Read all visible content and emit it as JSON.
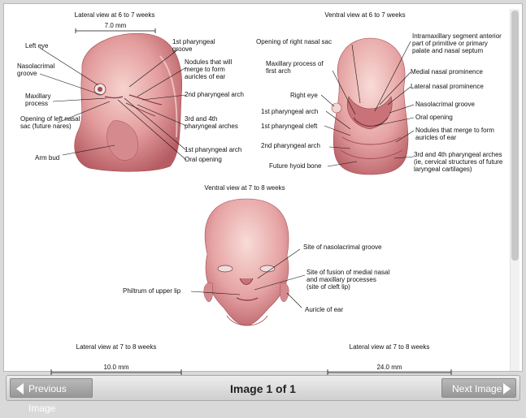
{
  "figure": {
    "top_left": {
      "title": "Lateral view at 6 to 7 weeks",
      "scale": "7.0 mm",
      "labels": {
        "left_eye": "Left eye",
        "nasolacrimal_1": "Nasolacrimal",
        "nasolacrimal_2": "groove",
        "maxillary_1": "Maxillary",
        "maxillary_2": "process",
        "opening_1": "Opening of left nasal",
        "opening_2": "sac (future nares)",
        "arm_bud": "Arm bud",
        "first_groove_1": "1st pharyngeal",
        "first_groove_2": "groove",
        "nodules_1": "Nodules that will",
        "nodules_2": "merge to form",
        "nodules_3": "auricles of ear",
        "second_arch": "2nd pharyngeal arch",
        "third_fourth_1": "3rd and 4th",
        "third_fourth_2": "pharyngeal arches",
        "first_arch": "1st pharyngeal arch",
        "oral_opening": "Oral opening"
      }
    },
    "top_right": {
      "title": "Ventral view at 6 to 7 weeks",
      "labels": {
        "opening_right": "Opening of right nasal sac",
        "maxillary_1": "Maxillary process of",
        "maxillary_2": "first arch",
        "right_eye": "Right eye",
        "first_arch": "1st pharyngeal arch",
        "first_cleft": "1st pharyngeal cleft",
        "second_arch": "2nd pharyngeal arch",
        "hyoid": "Future hyoid bone",
        "intramax_1": "Intramaxillary segment anterior",
        "intramax_2": "part of primitive or primary",
        "intramax_3": "palate and nasal septum",
        "medial_nasal": "Medial nasal prominence",
        "lateral_nasal": "Lateral nasal prominence",
        "nasolacrimal": "Nasolacrimal groove",
        "oral_opening": "Oral opening",
        "nodules_1": "Nodules that merge to form",
        "nodules_2": "auricles of ear",
        "third_fourth_1": "3rd and 4th pharyngeal arches",
        "third_fourth_2": "(ie, cervical structures of future",
        "third_fourth_3": "laryngeal cartilages)"
      }
    },
    "bottom": {
      "title": "Ventral view at 7 to 8 weeks",
      "labels": {
        "nasolacrimal_site": "Site of nasolacrimal groove",
        "fusion_1": "Site of fusion of medial nasal",
        "fusion_2": "and maxillary processes",
        "fusion_3": "(site of cleft lip)",
        "philtrum": "Philtrum of upper lip",
        "auricle": "Auricle of ear"
      },
      "lateral_left": "Lateral view at 7 to 8 weeks",
      "scale_left": "10.0 mm",
      "lateral_right": "Lateral view at 7 to 8 weeks",
      "scale_right": "24.0 mm"
    }
  },
  "viewer": {
    "previous": "Previous Image",
    "next": "Next Image",
    "counter": "Image 1 of 1"
  },
  "colors": {
    "skin": "#e6a3a3",
    "skin_dark": "#b85c62",
    "button_gray": "#a8a8a8"
  }
}
